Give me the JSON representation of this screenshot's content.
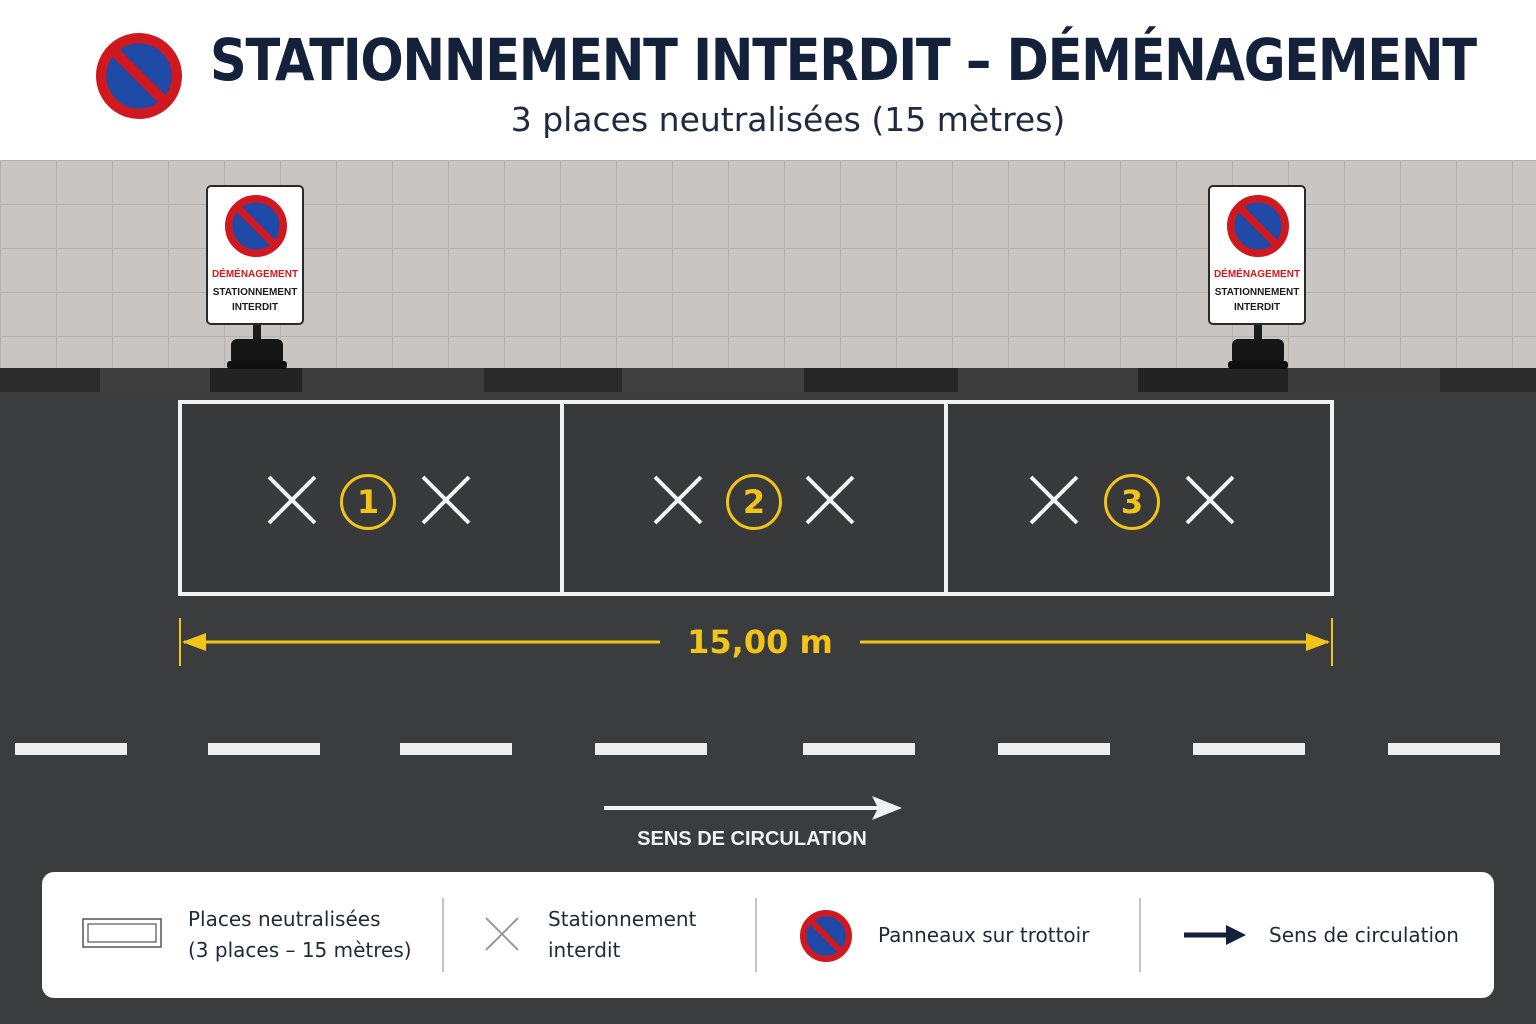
{
  "header": {
    "title": "STATIONNEMENT INTERDIT – DÉMÉNAGEMENT",
    "subtitle": "3 places neutralisées (15 mètres)"
  },
  "street_signs": [
    {
      "line1": "DÉMÉNAGEMENT",
      "line2": "STATIONNEMENT",
      "line3": "INTERDIT"
    },
    {
      "line1": "DÉMÉNAGEMENT",
      "line2": "STATIONNEMENT",
      "line3": "INTERDIT"
    }
  ],
  "bays": [
    {
      "number": "1"
    },
    {
      "number": "2"
    },
    {
      "number": "3"
    }
  ],
  "dimension": {
    "label": "15,00 m"
  },
  "direction": {
    "label": "SENS DE CIRCULATION"
  },
  "legend": {
    "neutralized_line1": "Places neutralisées",
    "neutralized_line2": "(3 places – 15 mètres)",
    "forbidden_line1": "Stationnement",
    "forbidden_line2": "interdit",
    "signs": "Panneaux sur trottoir",
    "traffic": "Sens de circulation"
  },
  "colors": {
    "sign_red": "#d0191e",
    "sign_blue": "#1f4aa8",
    "marking_yellow": "#f2c41a",
    "asphalt": "#3b3c3e",
    "title_navy": "#14213a"
  },
  "icons": [
    "no-parking-sign-icon",
    "cross-icon",
    "arrow-right-icon"
  ]
}
